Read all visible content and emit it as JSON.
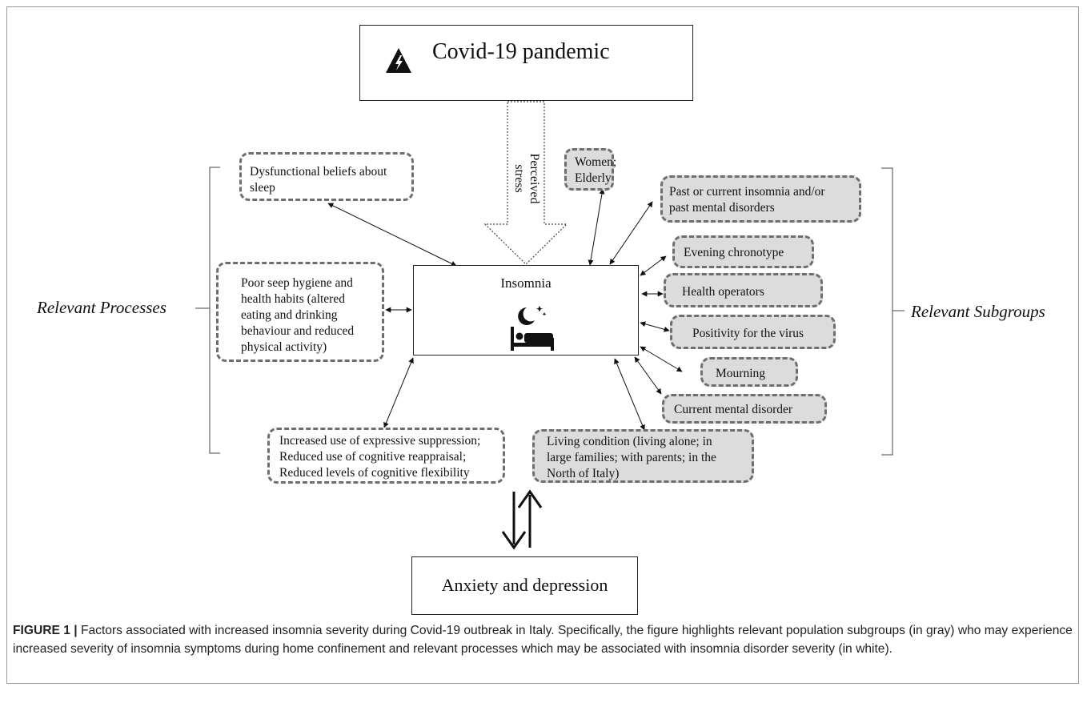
{
  "top_box": {
    "label": "Covid-19 pandemic",
    "icon": "warning-lightning-icon"
  },
  "stress_arrow": {
    "label_line1": "Perceived",
    "label_line2": "stress"
  },
  "center_box": {
    "label": "Insomnia",
    "icon": "sleeping-in-bed-icon"
  },
  "bottom_box": {
    "label": "Anxiety and depression"
  },
  "left_group_label": "Relevant Processes",
  "right_group_label": "Relevant Subgroups",
  "processes": [
    {
      "lines": [
        "Dysfunctional beliefs about",
        "sleep"
      ]
    },
    {
      "lines": [
        "Poor seep hygiene and",
        "health habits (altered",
        "eating and drinking",
        "behaviour and reduced",
        "physical activity)"
      ]
    },
    {
      "lines": [
        "Increased use of expressive suppression;",
        "Reduced use of cognitive reappraisal;",
        "Reduced levels of cognitive flexibility"
      ]
    }
  ],
  "subgroups": [
    {
      "lines": [
        "Women;",
        "Elderly"
      ]
    },
    {
      "lines": [
        "Past or current insomnia and/or",
        "past mental disorders"
      ]
    },
    {
      "lines": [
        "Evening chronotype"
      ]
    },
    {
      "lines": [
        "Health operators"
      ]
    },
    {
      "lines": [
        "Positivity for the virus"
      ]
    },
    {
      "lines": [
        "Mourning"
      ]
    },
    {
      "lines": [
        "Current mental disorder"
      ]
    },
    {
      "lines": [
        "Living condition (living alone; in",
        "large families; with parents; in the",
        "North of Italy)"
      ]
    }
  ],
  "caption": {
    "label": "FIGURE 1 |",
    "text": " Factors associated with increased insomnia severity during Covid-19 outbreak in Italy. Specifically, the figure highlights relevant population subgroups (in gray) who may experience increased severity of insomnia symptoms during home confinement and relevant processes which may be associated with insomnia disorder severity (in white)."
  },
  "colors": {
    "gray_fill": "#dcdcdc",
    "dash_border": "#6e6e6e"
  }
}
